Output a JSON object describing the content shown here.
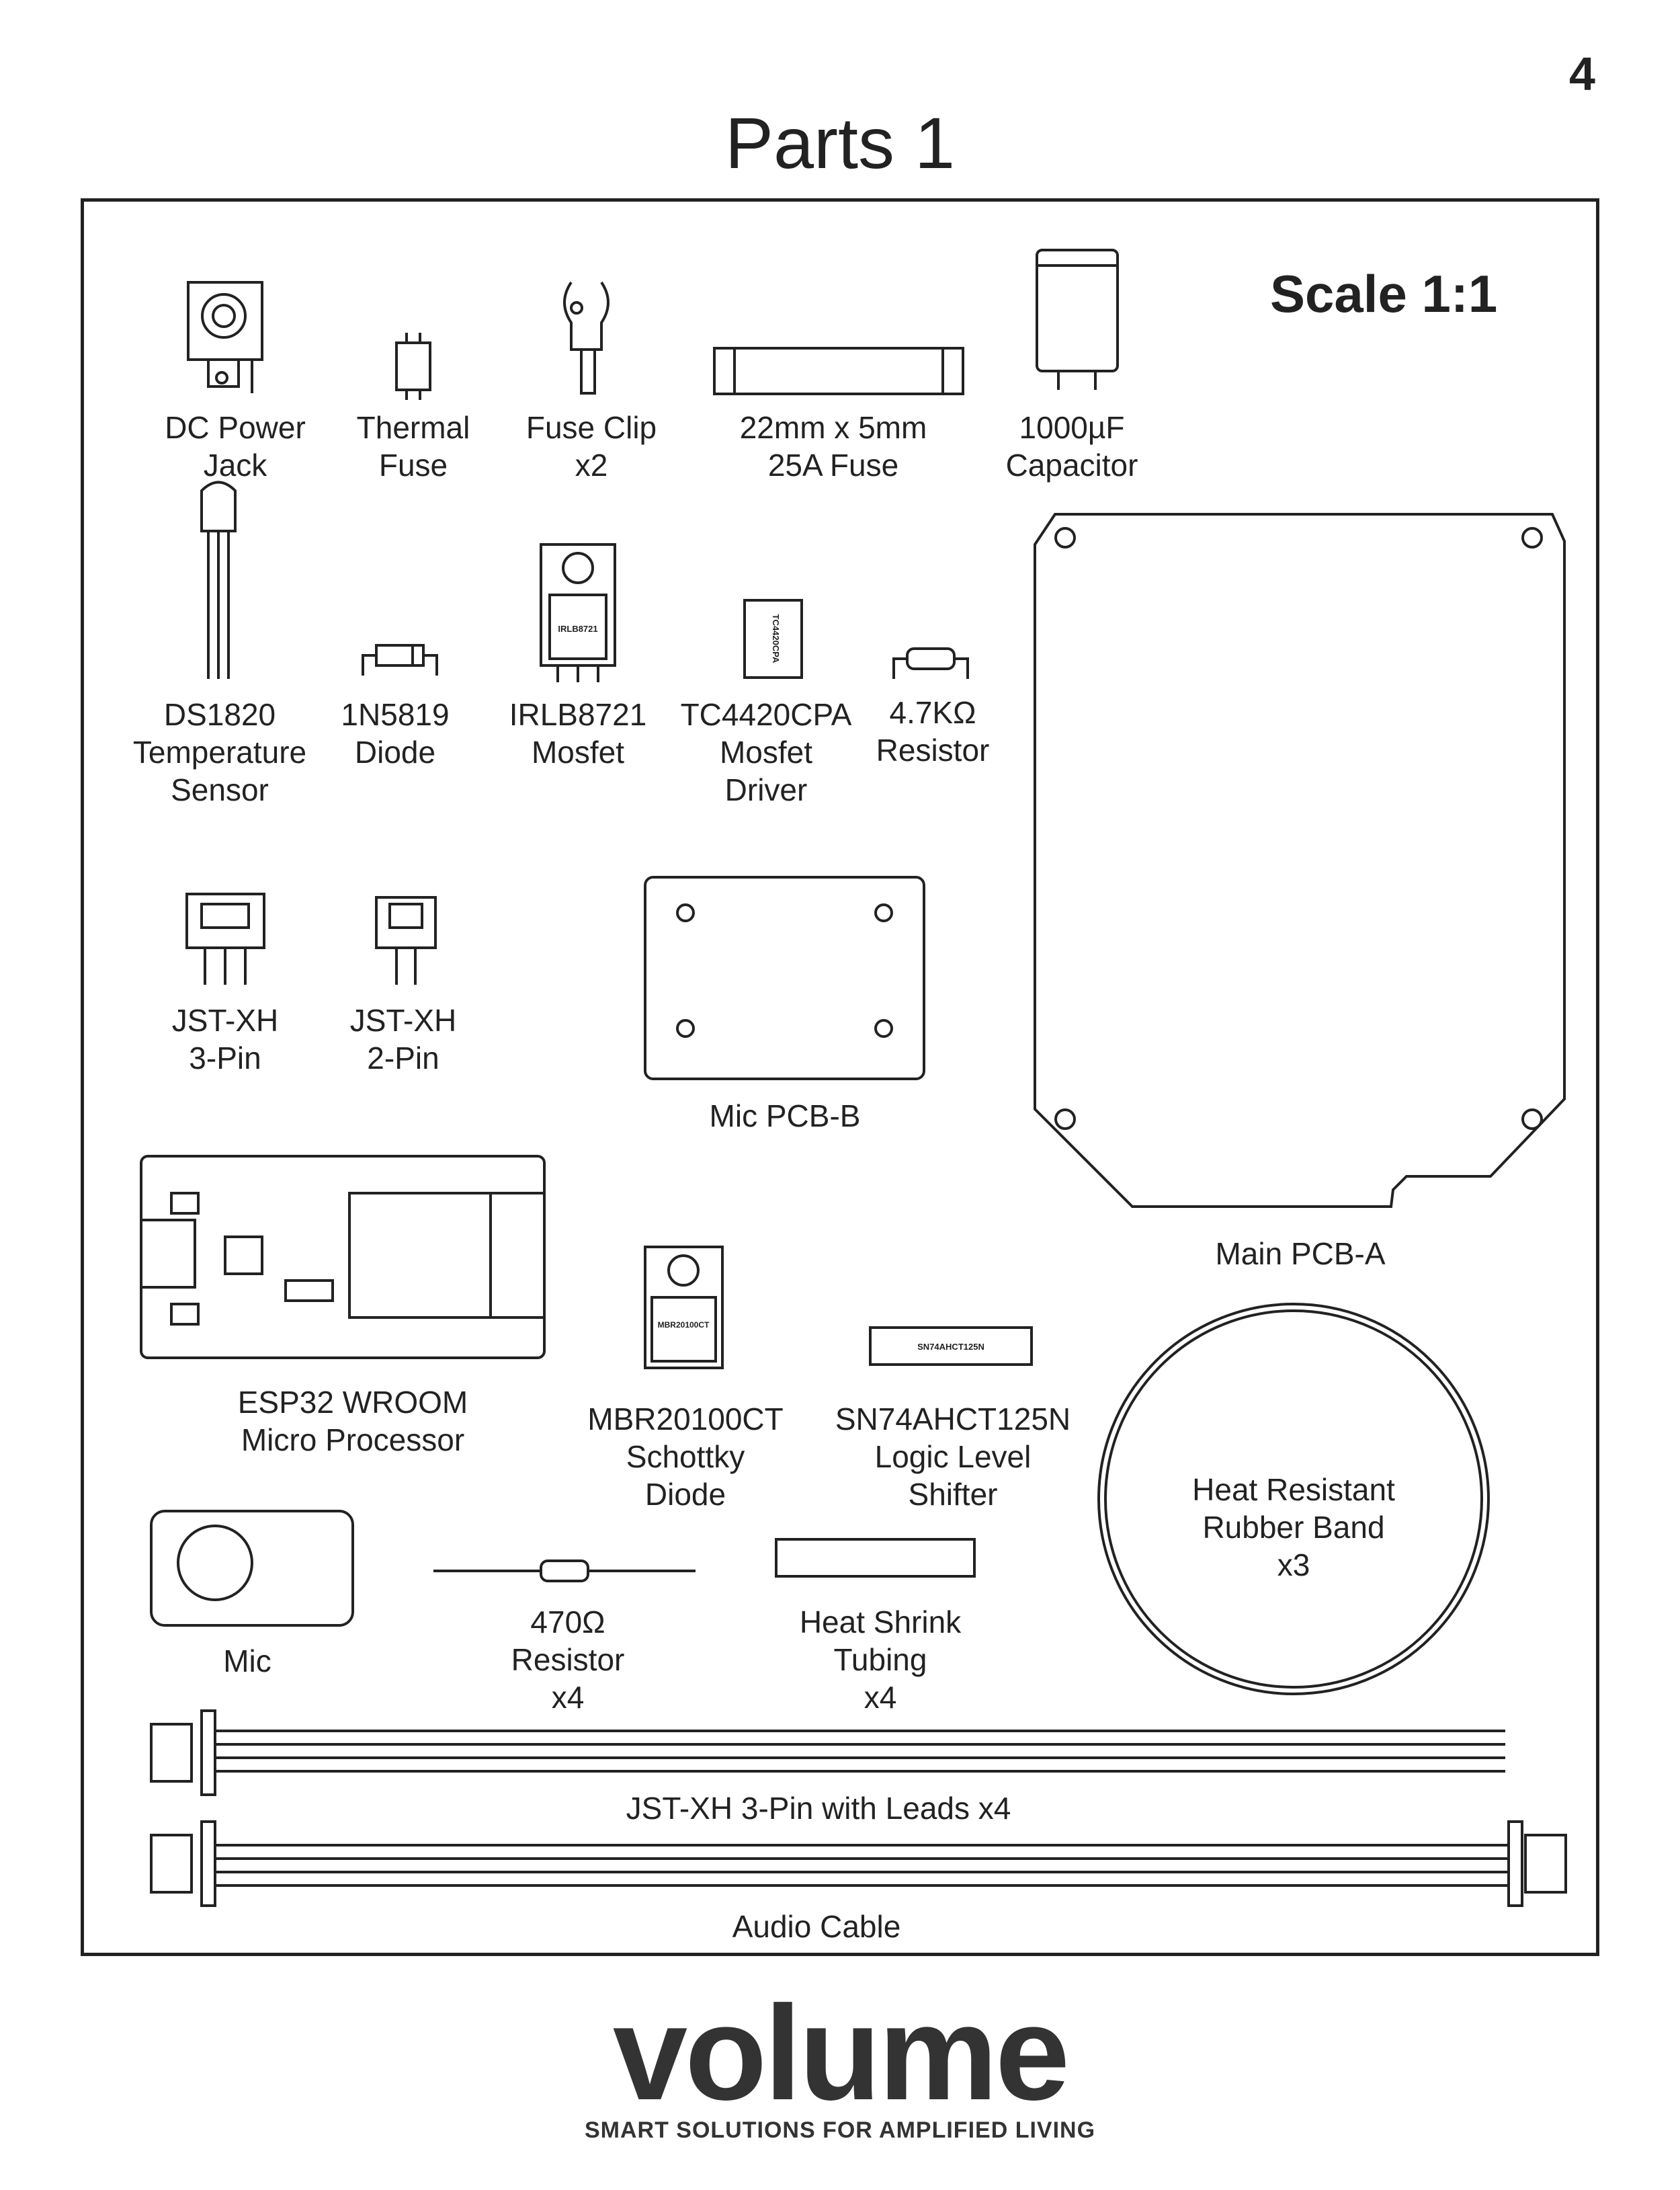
{
  "page_number": "4",
  "title": "Parts 1",
  "scale": "Scale 1:1",
  "parts": [
    {
      "id": "dc-power-jack",
      "label": "DC Power\nJack"
    },
    {
      "id": "thermal-fuse",
      "label": "Thermal\nFuse"
    },
    {
      "id": "fuse-clip",
      "label": "Fuse Clip\nx2"
    },
    {
      "id": "fuse",
      "label": "22mm x 5mm\n25A Fuse"
    },
    {
      "id": "capacitor",
      "label": "1000µF\nCapacitor"
    },
    {
      "id": "ds1820",
      "label": "DS1820\nTemperature\nSensor"
    },
    {
      "id": "diode-1n5819",
      "label": "1N5819\nDiode"
    },
    {
      "id": "irlb8721",
      "label": "IRLB8721\nMosfet"
    },
    {
      "id": "tc4420cpa",
      "label": "TC4420CPA\nMosfet\nDriver"
    },
    {
      "id": "resistor-4k7",
      "label": "4.7KΩ\nResistor"
    },
    {
      "id": "jst-3pin",
      "label": "JST-XH\n3-Pin"
    },
    {
      "id": "jst-2pin",
      "label": "JST-XH\n2-Pin"
    },
    {
      "id": "mic-pcb-b",
      "label": "Mic PCB-B"
    },
    {
      "id": "main-pcb-a",
      "label": "Main PCB-A"
    },
    {
      "id": "esp32",
      "label": "ESP32 WROOM\nMicro Processor"
    },
    {
      "id": "mbr20100ct",
      "label": "MBR20100CT\nSchottky\nDiode"
    },
    {
      "id": "sn74ahct125n",
      "label": "SN74AHCT125N\nLogic Level\nShifter"
    },
    {
      "id": "rubber-band",
      "label": "Heat Resistant\nRubber Band\nx3"
    },
    {
      "id": "mic",
      "label": "Mic"
    },
    {
      "id": "resistor-470",
      "label": "470Ω\nResistor\nx4"
    },
    {
      "id": "heat-shrink",
      "label": "Heat Shrink\nTubing\nx4"
    },
    {
      "id": "jst-leads",
      "label": "JST-XH 3-Pin with Leads x4"
    },
    {
      "id": "audio-cable",
      "label": "Audio Cable"
    }
  ],
  "chip_markings": {
    "irlb8721": "IRLB8721",
    "tc4420cpa": "TC4420CPA",
    "mbr20100ct": "MBR20100CT",
    "sn74ahct125n": "SN74AHCT125N"
  },
  "logo": {
    "brand": "volume",
    "tagline": "SMART SOLUTIONS FOR AMPLIFIED LIVING",
    "accent_color": "#6a9a2a"
  }
}
